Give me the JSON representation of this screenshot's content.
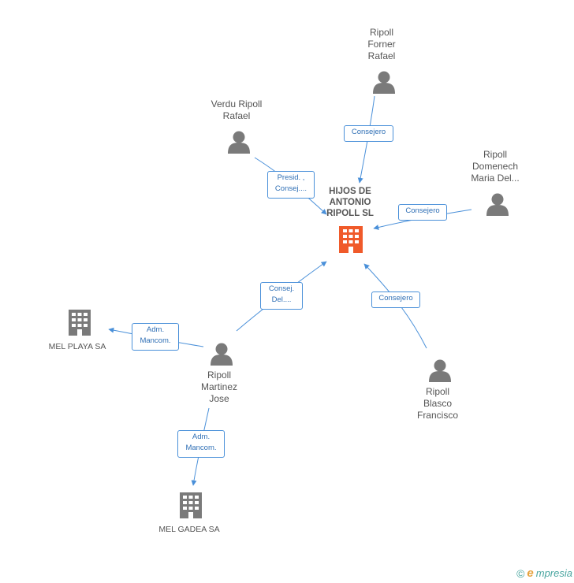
{
  "main_company": {
    "label": "HIJOS DE\nANTONIO\nRIPOLL SL",
    "color": "#f05a2a"
  },
  "persons": [
    {
      "id": "forner",
      "label": "Ripoll\nForner\nRafael"
    },
    {
      "id": "verdu",
      "label": "Verdu Ripoll\nRafael"
    },
    {
      "id": "domenech",
      "label": "Ripoll\nDomenech\nMaria Del..."
    },
    {
      "id": "martinez",
      "label": "Ripoll\nMartinez\nJose"
    },
    {
      "id": "blasco",
      "label": "Ripoll\nBlasco\nFrancisco"
    }
  ],
  "companies": [
    {
      "id": "melplaya",
      "label": "MEL PLAYA SA"
    },
    {
      "id": "melgadea",
      "label": "MEL GADEA SA"
    }
  ],
  "edges": [
    {
      "id": "forner",
      "label": "Consejero"
    },
    {
      "id": "verdu",
      "label": "Presid. ,\nConsej...."
    },
    {
      "id": "domenech",
      "label": "Consejero"
    },
    {
      "id": "martinez",
      "label": "Consej.\nDel...."
    },
    {
      "id": "blasco",
      "label": "Consejero"
    },
    {
      "id": "melplaya",
      "label": "Adm.\nMancom."
    },
    {
      "id": "melgadea",
      "label": "Adm.\nMancom."
    }
  ],
  "colors": {
    "edge": "#4a90d9",
    "person": "#7a7a7a",
    "company": "#7a7a7a"
  },
  "footer": {
    "copyright": "©",
    "brand_initial": "e",
    "brand_rest": "mpresia"
  }
}
